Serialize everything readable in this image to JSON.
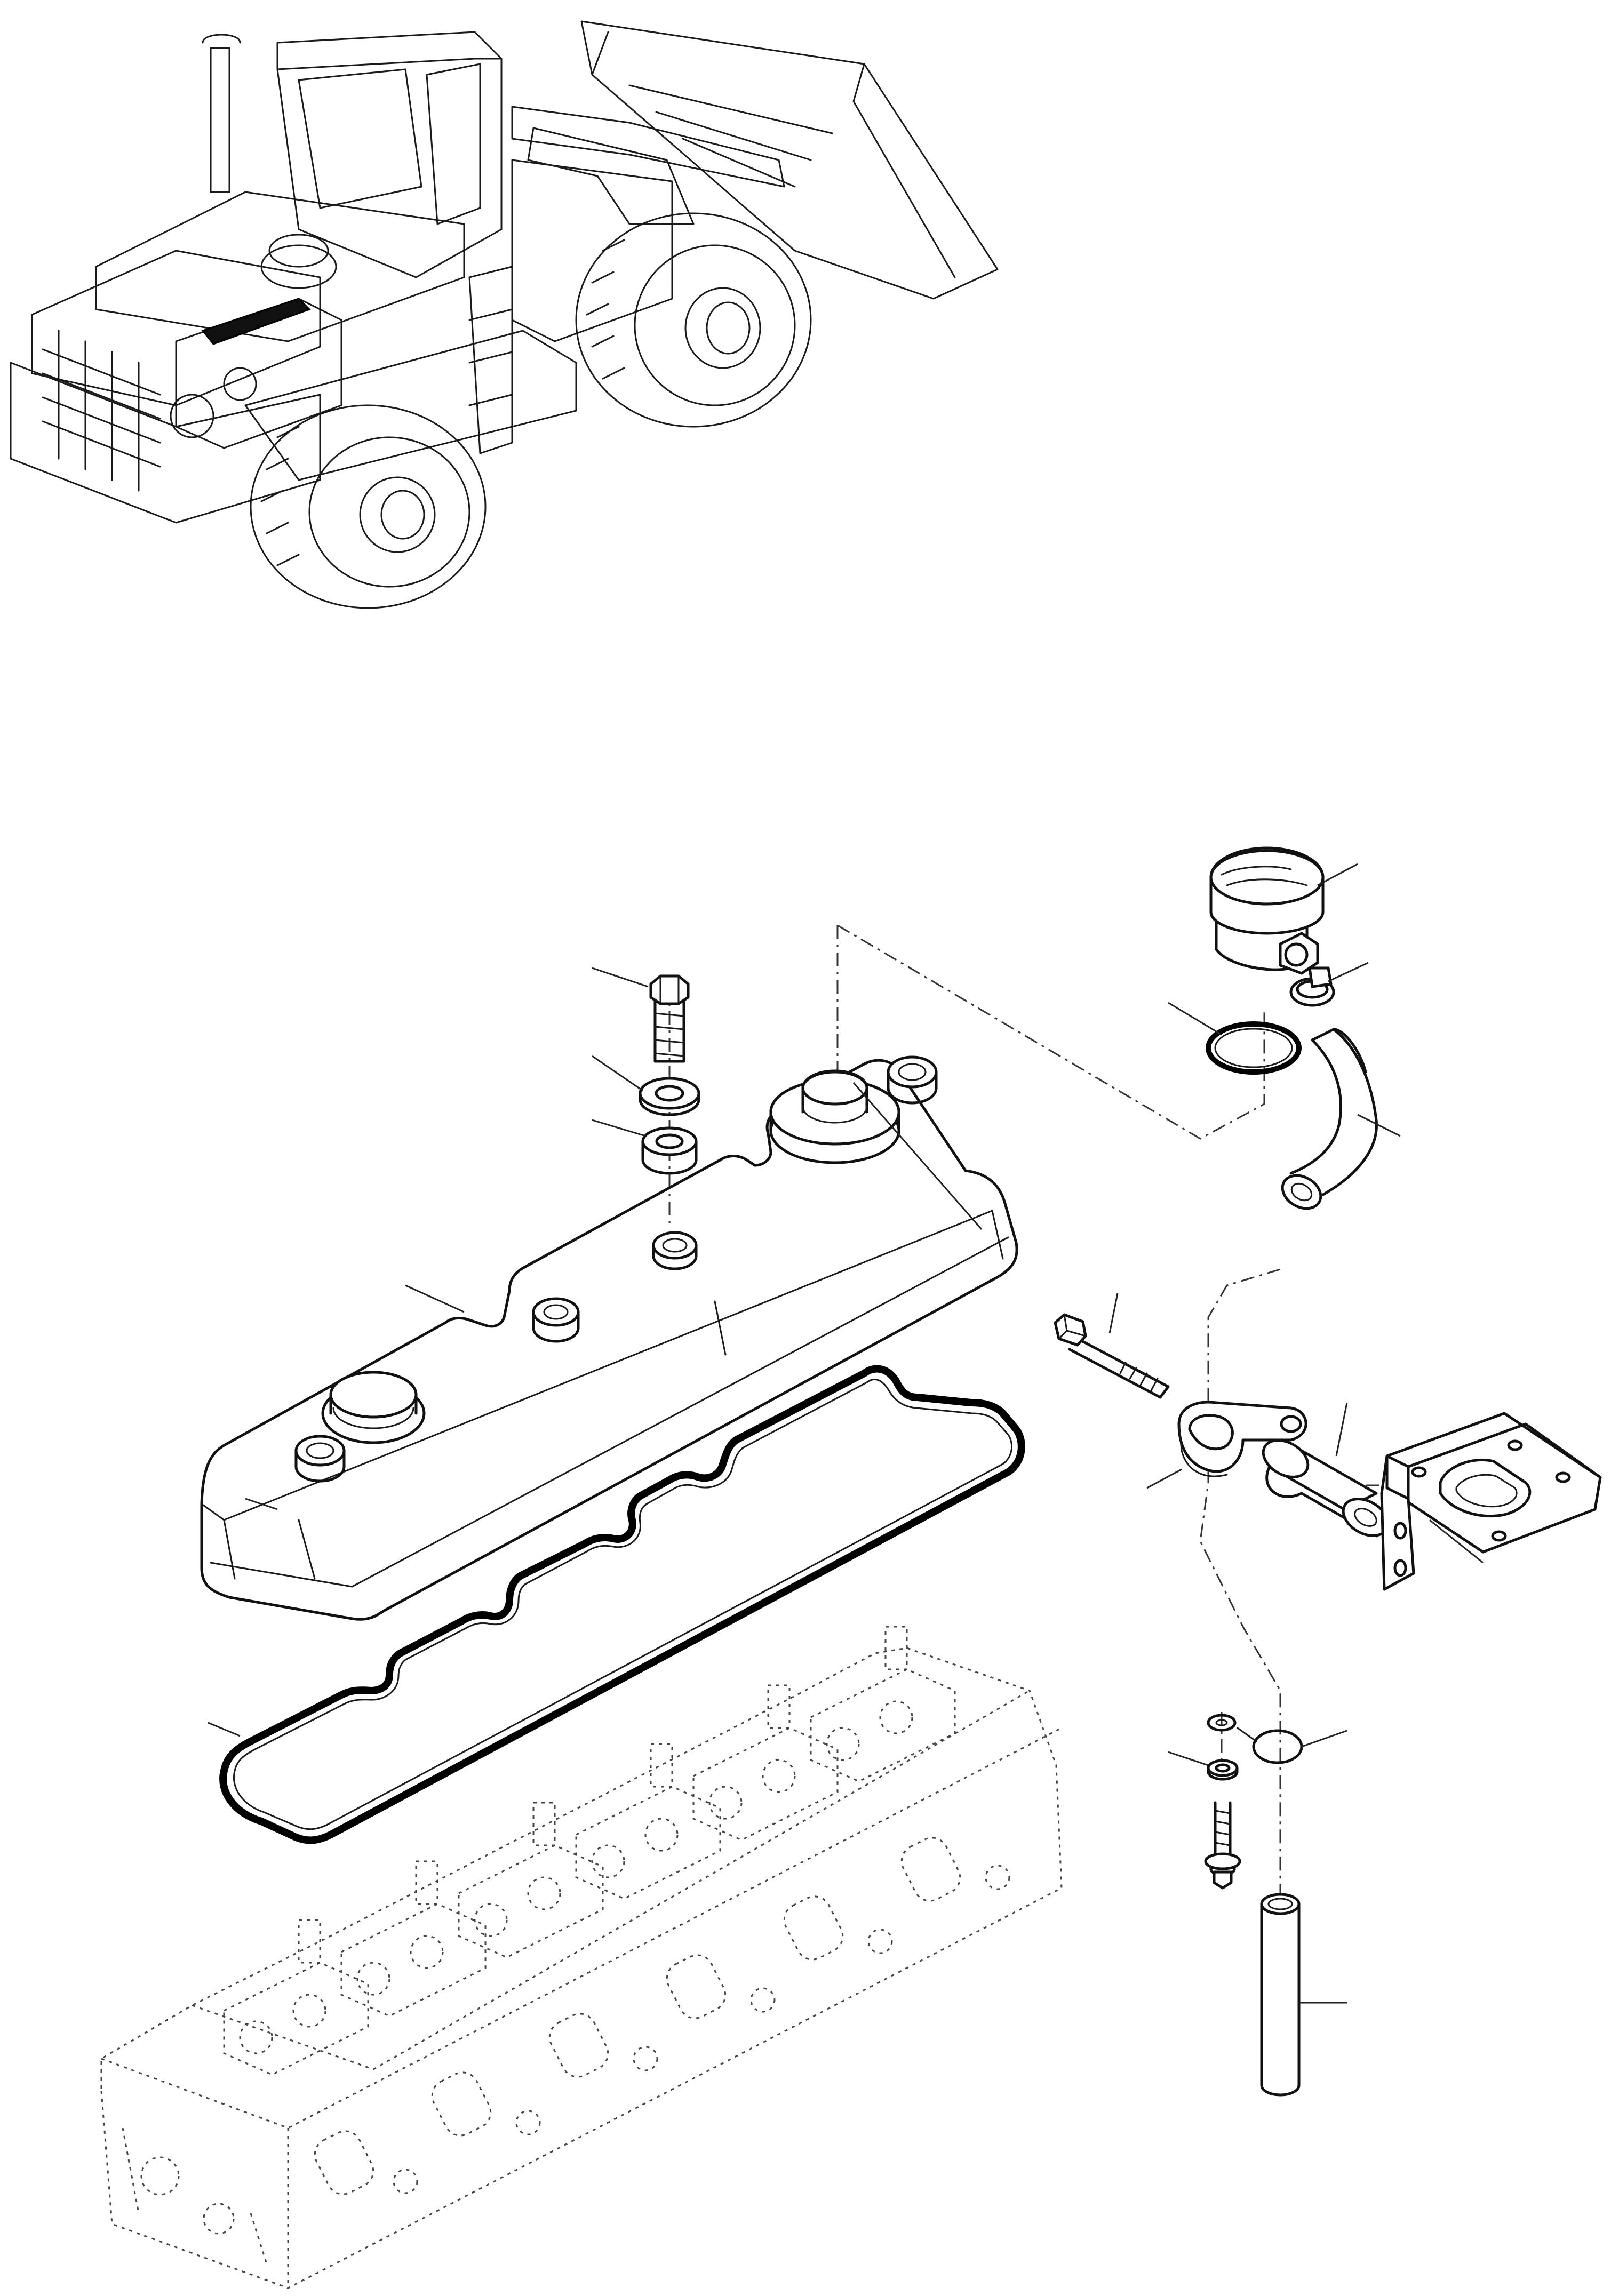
{
  "drawing": {
    "overview": {
      "subject": "wheel-loader",
      "highlight_color": "#111111"
    },
    "line_color": "#111111",
    "background_color": "#ffffff",
    "parts": [
      {
        "id": "valve-cover"
      },
      {
        "id": "valve-cover-gasket"
      },
      {
        "id": "cover-bolt"
      },
      {
        "id": "cover-washer"
      },
      {
        "id": "cover-grommet"
      },
      {
        "id": "breather-housing"
      },
      {
        "id": "breather-o-ring"
      },
      {
        "id": "hose-clamp"
      },
      {
        "id": "breather-hose"
      },
      {
        "id": "clamp-bolt"
      },
      {
        "id": "p-clip"
      },
      {
        "id": "spacer-sleeve"
      },
      {
        "id": "mounting-bracket"
      },
      {
        "id": "small-washer"
      },
      {
        "id": "seal-plate"
      },
      {
        "id": "flange-bolt"
      },
      {
        "id": "drain-tube"
      },
      {
        "id": "cylinder-head"
      }
    ]
  }
}
